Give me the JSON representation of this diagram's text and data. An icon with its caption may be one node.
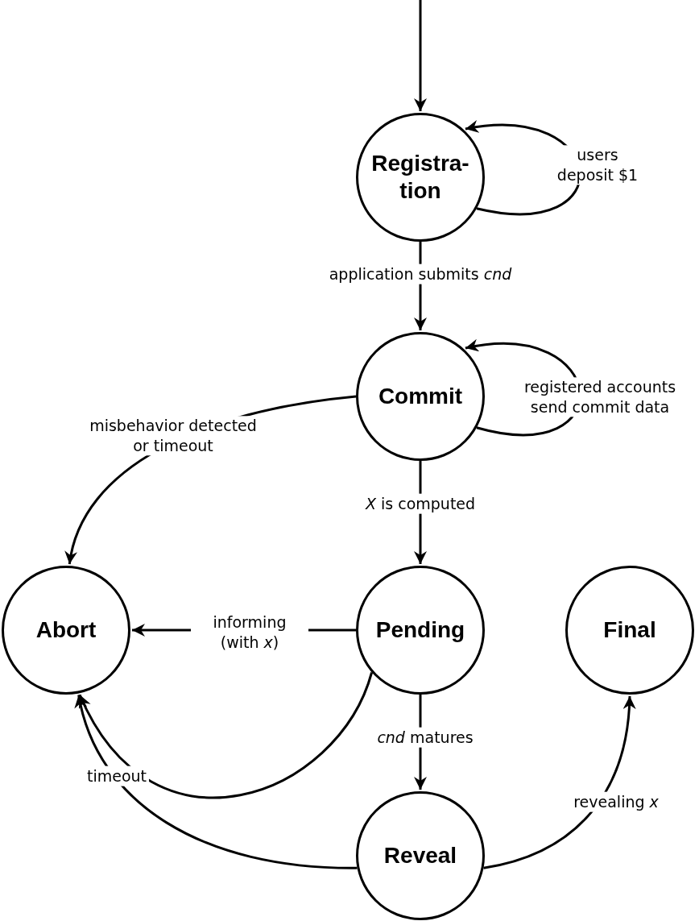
{
  "diagram": {
    "nodes": [
      {
        "text": [
          "Registra- tion"
        ]
      },
      {
        "text": [
          "Commit"
        ]
      },
      {
        "text": [
          "Abort"
        ]
      },
      {
        "text": [
          "Pending"
        ]
      },
      {
        "text": [
          "Final"
        ]
      },
      {
        "text": [
          "Reveal"
        ]
      }
    ],
    "edges": [
      {
        "from": null,
        "to": 0,
        "arrow": "to"
      },
      {
        "from": 0,
        "to": 0,
        "arrow": "to",
        "label": "users deposit $1"
      },
      {
        "from": 0,
        "to": 1,
        "arrow": "to",
        "label": "application submits *cnd*"
      },
      {
        "from": 1,
        "to": 1,
        "arrow": "to",
        "label": "registered accounts send commit data"
      },
      {
        "from": 1,
        "to": 2,
        "arrow": "to",
        "label": "misbehavior detected or timeout"
      },
      {
        "from": 1,
        "to": 3,
        "arrow": "to",
        "label": "*X* is computed"
      },
      {
        "from": 3,
        "to": 2,
        "arrow": "to",
        "label": "informing (with *x*)"
      },
      {
        "from": 3,
        "to": 2,
        "arrow": "to"
      },
      {
        "from": 3,
        "to": 5,
        "arrow": "to",
        "label": "*cnd* matures"
      },
      {
        "from": 5,
        "to": 4,
        "arrow": "to",
        "label": "revealing *x*"
      },
      {
        "from": 5,
        "to": 2,
        "arrow": "to",
        "label": "timeout"
      }
    ]
  }
}
